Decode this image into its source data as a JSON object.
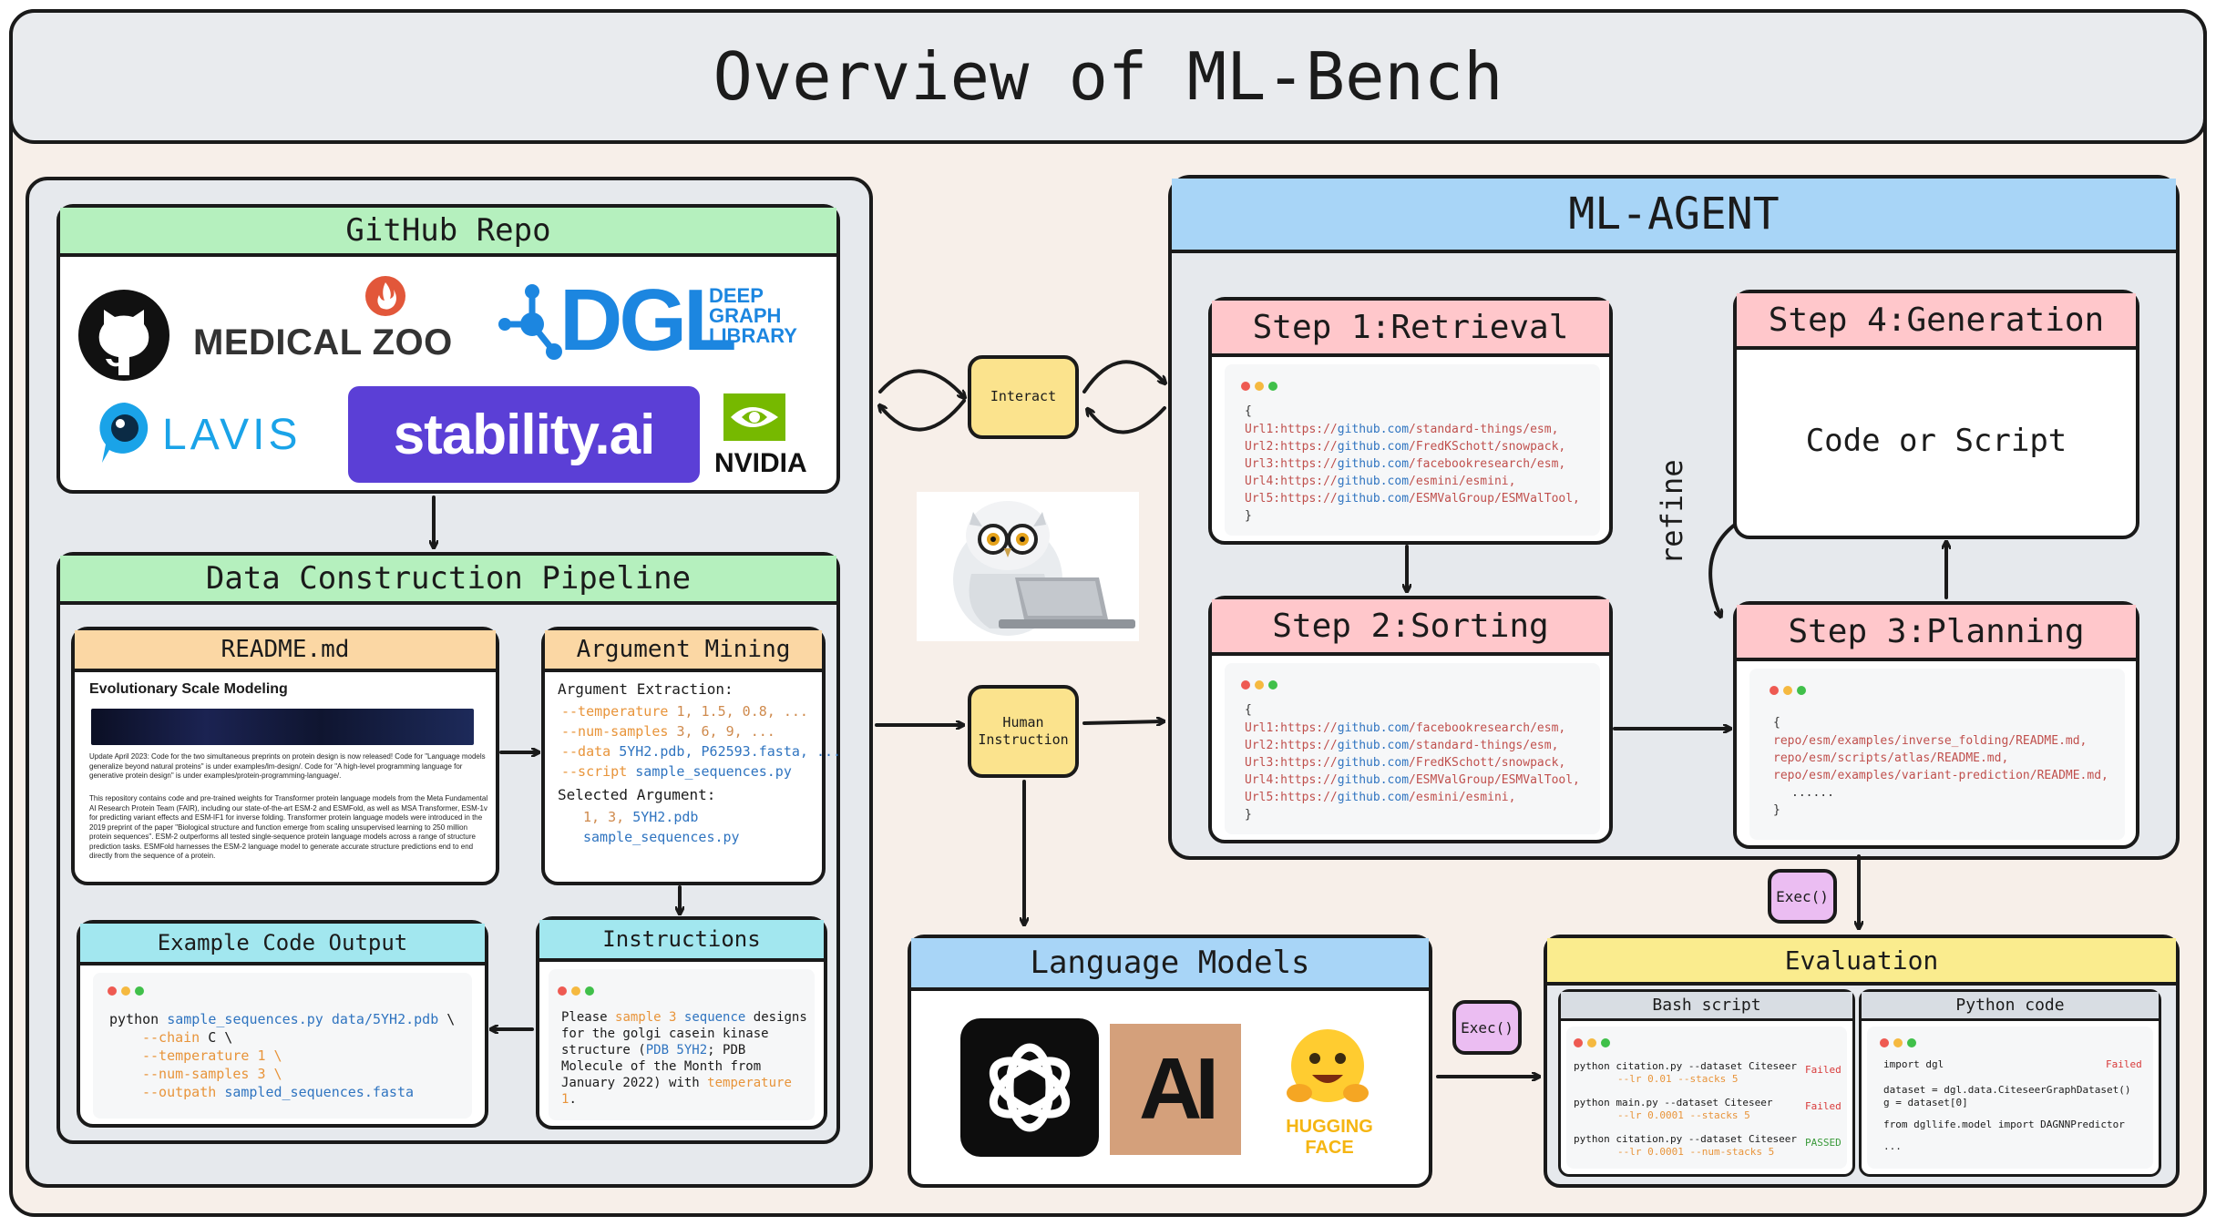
{
  "title": "Overview of ML-Bench",
  "github": {
    "header": "GitHub Repo",
    "logos": [
      "github-octocat",
      "MEDICAL ZOO",
      "DGL",
      "DEEP",
      "GRAPH",
      "LIBRARY",
      "LAVIS",
      "stability.ai",
      "NVIDIA"
    ]
  },
  "pipeline": {
    "header": "Data Construction Pipeline",
    "readme": {
      "header": "README.md",
      "title": "Evolutionary Scale Modeling",
      "p1": "Update April 2023: Code for the two simultaneous preprints on protein design is now released! Code for \"Language models generalize beyond natural proteins\" is under examples/lm-design/. Code for \"A high-level programming language for generative protein design\" is under examples/protein-programming-language/.",
      "p2": "This repository contains code and pre-trained weights for Transformer protein language models from the Meta Fundamental AI Research Protein Team (FAIR), including our state-of-the-art ESM-2 and ESMFold, as well as MSA Transformer, ESM-1v for predicting variant effects and ESM-IF1 for inverse folding. Transformer protein language models were introduced in the 2019 preprint of the paper \"Biological structure and function emerge from scaling unsupervised learning to 250 million protein sequences\". ESM-2 outperforms all tested single-sequence protein language models across a range of structure prediction tasks. ESMFold harnesses the ESM-2 language model to generate accurate structure predictions end to end directly from the sequence of a protein."
    },
    "argmining": {
      "header": "Argument Mining",
      "extraction_label": "Argument Extraction:",
      "args": [
        {
          "flag": "--temperature",
          "value": "1, 1.5, 0.8, ..."
        },
        {
          "flag": "--num-samples",
          "value": "3, 6, 9, ..."
        },
        {
          "flag": "--data",
          "value": "5YH2.pdb, P62593.fasta, ..."
        },
        {
          "flag": "--script",
          "value": "sample_sequences.py"
        }
      ],
      "selected_label": "Selected Argument:",
      "selected_nums": "1, 3,",
      "selected_file": "5YH2.pdb",
      "selected_script": "sample_sequences.py"
    },
    "example": {
      "header": "Example Code Output",
      "lines": [
        "python",
        "sample_sequences.py data/5YH2.pdb",
        "\\",
        "--chain",
        "C \\",
        "--temperature",
        "1 \\",
        "--num-samples",
        "3 \\",
        "--outpath",
        "sampled_sequences.fasta"
      ]
    },
    "instructions": {
      "header": "Instructions",
      "text": [
        "Please",
        "sample",
        "3",
        "sequence",
        "designs",
        "for the golgi casein kinase",
        "structure (",
        "PDB 5YH2",
        "; PDB Molecule",
        "of the Month from January 2022)",
        "with",
        "temperature",
        "1",
        "."
      ]
    }
  },
  "middle": {
    "interact": "Interact",
    "human_instruction": "Human Instruction",
    "exec1": "Exec()",
    "exec2": "Exec()"
  },
  "agent": {
    "header": "ML-AGENT",
    "step1": {
      "header": "Step 1:Retrieval",
      "open": "{",
      "urls": [
        {
          "label": "Url1:https://",
          "domain": "github.com",
          "path": "/standard-things/esm,"
        },
        {
          "label": "Url2:https://",
          "domain": "github.com",
          "path": "/FredKSchott/snowpack,"
        },
        {
          "label": "Url3:https://",
          "domain": "github.com",
          "path": "/facebookresearch/esm,"
        },
        {
          "label": "Url4:https://",
          "domain": "github.com",
          "path": "/esmini/esmini,"
        },
        {
          "label": "Url5:https://",
          "domain": "github.com",
          "path": "/ESMValGroup/ESMValTool,"
        }
      ],
      "close": "}"
    },
    "step2": {
      "header": "Step 2:Sorting",
      "open": "{",
      "urls": [
        {
          "label": "Url1:https://",
          "domain": "github.com",
          "path": "/facebookresearch/esm,"
        },
        {
          "label": "Url2:https://",
          "domain": "github.com",
          "path": "/standard-things/esm,"
        },
        {
          "label": "Url3:https://",
          "domain": "github.com",
          "path": "/FredKSchott/snowpack,"
        },
        {
          "label": "Url4:https://",
          "domain": "github.com",
          "path": "/ESMValGroup/ESMValTool,"
        },
        {
          "label": "Url5:https://",
          "domain": "github.com",
          "path": "/esmini/esmini,"
        }
      ],
      "close": "}"
    },
    "step3": {
      "header": "Step 3:Planning",
      "open": "{",
      "paths": [
        "repo/esm/examples/inverse_folding/README.md,",
        "repo/esm/scripts/atlas/README.md,",
        "repo/esm/examples/variant-prediction/README.md,",
        "......"
      ],
      "close": "}"
    },
    "step4": {
      "header": "Step 4:Generation",
      "body": "Code or Script"
    },
    "refine": "refine"
  },
  "lm": {
    "header": "Language Models",
    "logos": [
      "openai-logo",
      "AI",
      "HUGGING FACE"
    ]
  },
  "evaluation": {
    "header": "Evaluation",
    "bash": {
      "header": "Bash script",
      "rows": [
        {
          "l1": "python citation.py --dataset Citeseer",
          "l2": "--lr 0.01 --stacks 5",
          "status": "Failed"
        },
        {
          "l1": "python main.py --dataset Citeseer",
          "l2": "--lr 0.0001 --stacks 5",
          "status": "Failed"
        },
        {
          "l1": "python citation.py --dataset Citeseer",
          "l2": "--lr 0.0001 --num-stacks 5",
          "status": "PASSED"
        }
      ]
    },
    "python": {
      "header": "Python code",
      "lines": [
        "import dgl",
        "dataset = dgl.data.CiteseerGraphDataset()",
        "g = dataset[0]",
        "from dgllife.model import DAGNNPredictor",
        "..."
      ],
      "status": "Failed"
    }
  },
  "colors": {
    "green_header": "#b5f0be",
    "orange_header": "#fbd7a4",
    "cyan_header": "#a2e7ef",
    "pink_header": "#ffc7cb",
    "blue_header": "#a8d5f7",
    "yellow_pill": "#fbe38d",
    "purple_exec": "#ebbdf2",
    "stability_purple": "#5b3fd6",
    "dgl_blue": "#1c86e0"
  }
}
